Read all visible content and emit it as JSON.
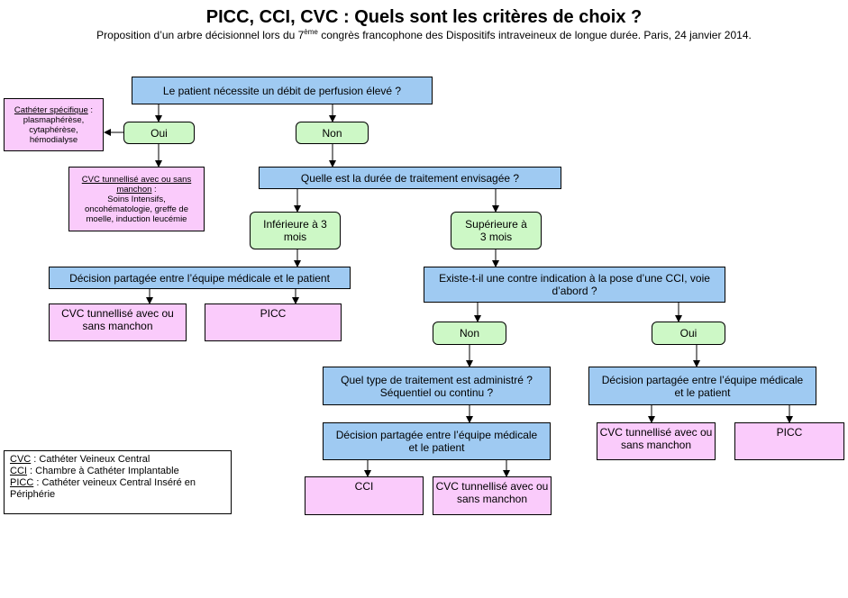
{
  "title": "PICC, CCI, CVC : Quels sont les critères de choix ?",
  "subtitle": {
    "before": "Proposition d’un arbre décisionnel lors du 7",
    "sup": "ème",
    "after": " congrès francophone des Dispositifs intraveineux de longue durée. Paris, 24 janvier 2014."
  },
  "nodes": {
    "q_debit": "Le patient nécessite un débit de perfusion élevé ?",
    "oui1": "Oui",
    "non1": "Non",
    "specifique": {
      "title": "Cathéter spécifique",
      "sep": " :",
      "text": "plasmaphérèse, cytaphérèse, hémodialyse"
    },
    "cvc_tunnel_top": {
      "title": "CVC tunnellisé avec ou sans manchon",
      "sep": " :",
      "text": "Soins Intensifs, oncohématologie, greffe de moelle, induction leucémie"
    },
    "q_duree": "Quelle est la durée de traitement envisagée ?",
    "inferieure": "Inférieure à 3 mois",
    "superieure": "Supérieure à 3 mois",
    "decision_left": "Décision partagée entre l’équipe médicale et le patient",
    "cvc_left": "CVC tunnellisé avec ou sans manchon",
    "picc_left": "PICC",
    "q_contre": "Existe-t-il une contre indication à la pose d’une CCI, voie d’abord ?",
    "non2": "Non",
    "oui2": "Oui",
    "q_type": "Quel type de traitement est administré ? Séquentiel ou continu ?",
    "decision_right": "Décision partagée entre l’équipe médicale et le patient",
    "cvc_right": "CVC tunnellisé avec ou sans manchon",
    "picc_right": "PICC",
    "decision_bottom": "Décision partagée entre l’équipe médicale et le patient",
    "cci": "CCI",
    "cvc_bottom": "CVC tunnellisé avec ou sans manchon"
  },
  "legend": [
    {
      "abbr": "CVC",
      "text": " : Cathéter Veineux Central"
    },
    {
      "abbr": "CCI",
      "text": " : Chambre à Cathéter Implantable"
    },
    {
      "abbr": "PICC",
      "text": " : Cathéter veineux Central Inséré en Périphérie"
    }
  ],
  "colors": {
    "blue": "#9fcaf2",
    "green": "#cdf8c6",
    "pink": "#facbfb"
  }
}
